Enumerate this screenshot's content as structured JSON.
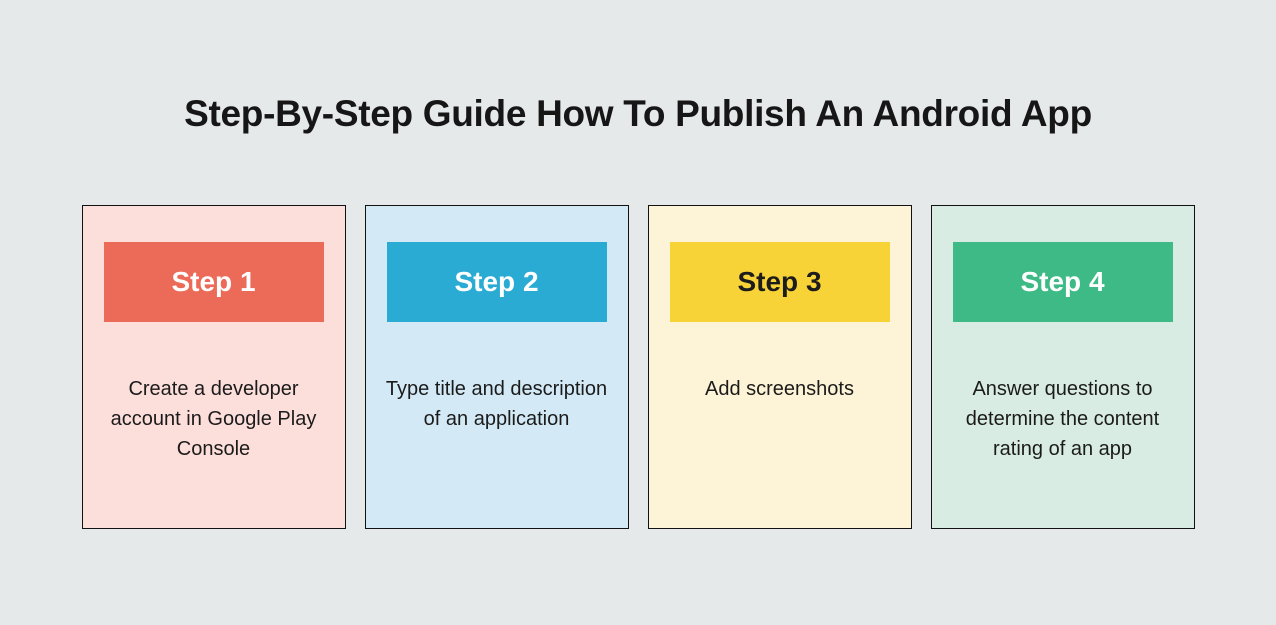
{
  "page": {
    "background": "#e6e9e9",
    "title": "Step-By-Step Guide How To Publish An Android App",
    "card_border_color": "#121212"
  },
  "steps": [
    {
      "label": "Step 1",
      "description": "Create a developer account in Google Play Console",
      "card_bg": "#fcdeda",
      "header_bg": "#ec6a58",
      "header_text_color": "#ffffff"
    },
    {
      "label": "Step 2",
      "description": "Type title and description of an application",
      "card_bg": "#d3eaf6",
      "header_bg": "#29abd3",
      "header_text_color": "#ffffff"
    },
    {
      "label": "Step 3",
      "description": "Add screenshots",
      "card_bg": "#fdf3d6",
      "header_bg": "#f8d337",
      "header_text_color": "#1c1c1c"
    },
    {
      "label": "Step 4",
      "description": "Answer questions to determine the content rating of an app",
      "card_bg": "#d9ece3",
      "header_bg": "#3dba85",
      "header_text_color": "#ffffff"
    }
  ]
}
